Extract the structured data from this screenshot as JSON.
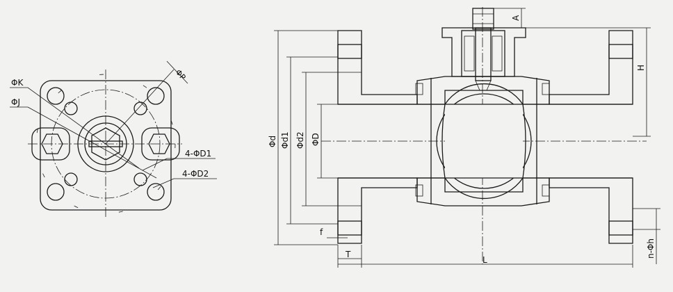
{
  "labels": {
    "phi_k": "ΦK",
    "phi_j": "ΦJ",
    "phi_p": "ΦP",
    "four_phi_d1": "4-ΦD1",
    "four_phi_d2": "4-ΦD2",
    "phi_d": "Φd",
    "phi_d1": "Φd1",
    "phi_d2": "Φd2",
    "phi_D": "ΦD",
    "f": "f",
    "T": "T",
    "L": "L",
    "H": "H",
    "A": "A",
    "n_phi_h": "n-Φh"
  },
  "colors": {
    "background": "#f2f2f1",
    "line": "#1a1a1a",
    "hatch": "#444444"
  }
}
